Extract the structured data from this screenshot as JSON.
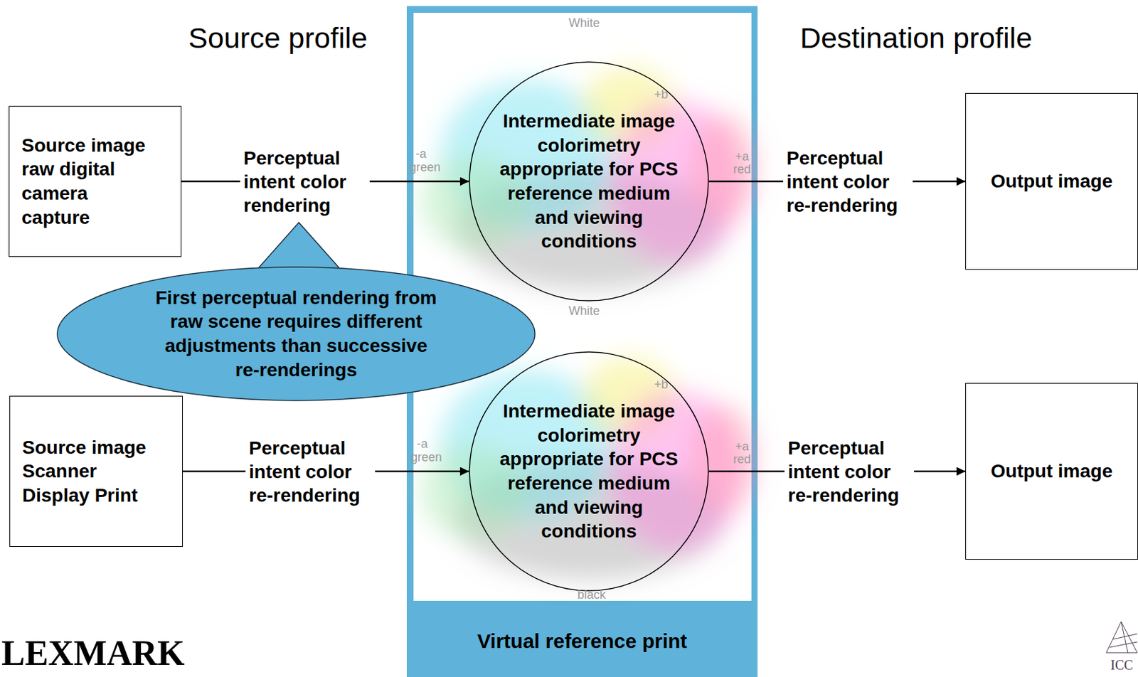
{
  "diagram": {
    "nodes": [
      {
        "text": [
          "Source image raw digital camera capture"
        ]
      },
      {
        "text": [
          "Virtual reference print"
        ]
      },
      {
        "text": [
          "Intermediate image colorimetry appropriate for PCS reference medium and viewing conditions"
        ],
        "in": 1
      },
      {
        "text": [
          "Output image"
        ]
      },
      {
        "text": [
          "First perceptual rendering from raw scene requires different adjustments than successive re-renderings"
        ]
      },
      {
        "text": [
          "Source image Scanner Display Print"
        ]
      },
      {
        "text": [
          "Intermediate image colorimetry appropriate for PCS reference medium and viewing conditions"
        ],
        "in": 1
      },
      {
        "text": [
          "Output image"
        ]
      }
    ],
    "edges": [
      {
        "from": 0,
        "to": 2,
        "label": "Perceptual intent color rendering",
        "arrow": "to"
      },
      {
        "from": 2,
        "to": 3,
        "label": "Perceptual intent color re-rendering",
        "arrow": "to"
      },
      {
        "from": 5,
        "to": 6,
        "label": "Perceptual intent color re-rendering",
        "arrow": "to"
      },
      {
        "from": 6,
        "to": 7,
        "label": "Perceptual intent color re-rendering",
        "arrow": "to"
      }
    ],
    "labels": [
      "Source profile",
      "Destination profile",
      "White",
      "+b",
      "-a",
      "green",
      "+a",
      "red",
      "White",
      "+b",
      "-a",
      "green",
      "+a",
      "red",
      "black",
      "LEXMARK",
      "ICC"
    ]
  }
}
